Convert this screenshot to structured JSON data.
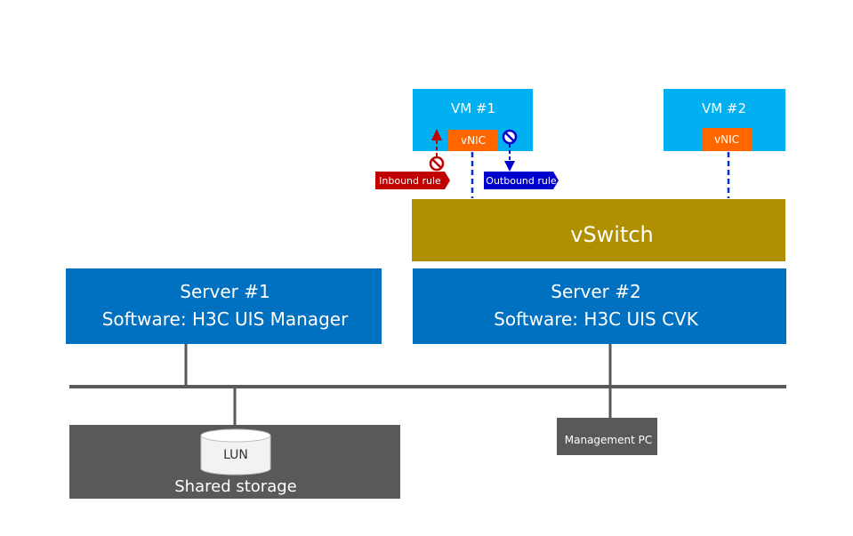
{
  "colors": {
    "vm_fill": "#00b0f0",
    "vnic_fill": "#ff6600",
    "vswitch_fill": "#b09000",
    "server_fill": "#0070c0",
    "storage_fill": "#595959",
    "network_line": "#595959",
    "dashed_link": "#0033cc",
    "inbound_rule": "#c00000",
    "outbound_rule": "#0000cc"
  },
  "vm1": {
    "title": "VM #1",
    "vnic": "vNIC"
  },
  "vm2": {
    "title": "VM #2",
    "vnic": "vNIC"
  },
  "rules": {
    "inbound": "Inbound rule",
    "outbound": "Outbound rule"
  },
  "vswitch": {
    "label": "vSwitch"
  },
  "server1": {
    "line1": "Server #1",
    "line2": "Software: H3C UIS Manager"
  },
  "server2": {
    "line1": "Server #2",
    "line2": "Software: H3C UIS CVK"
  },
  "storage": {
    "lun": "LUN",
    "label": "Shared storage"
  },
  "management_pc": {
    "label": "Management PC"
  },
  "icons": {
    "block": "no-entry-icon",
    "arrow_up": "arrow-up-icon",
    "arrow_down": "arrow-down-icon"
  }
}
